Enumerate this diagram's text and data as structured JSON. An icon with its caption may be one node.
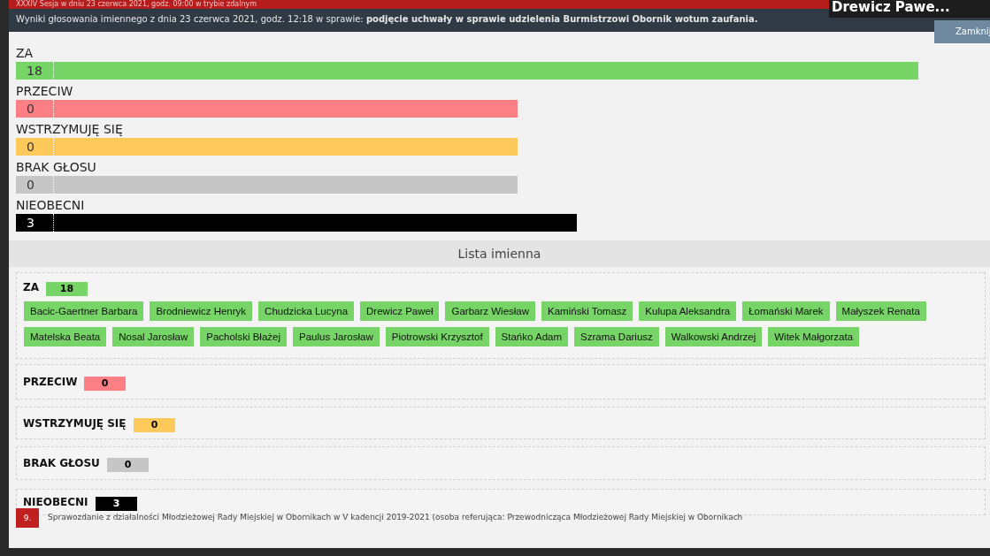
{
  "diagram": {
    "title": "Wyniki głosowania imiennego z dnia 23 czerwca 2021, godz. 12:18 w sprawie: **podjęcie uchwały w sprawie udzielenia Burmistrzowi Obornik wotum zaufania.**",
    "nodes": [
      {
        "text": [
          "Drewicz Pawe..."
        ]
      },
      {
        "text": [
          "Zamknij"
        ]
      },
      {
        "text": [
          "18"
        ],
        "beside": [
          "ZA"
        ]
      },
      {
        "text": [
          "0"
        ],
        "beside": [
          "PRZECIW"
        ]
      },
      {
        "text": [
          "0"
        ],
        "beside": [
          "WSTRZYMUJĘ SIĘ"
        ]
      },
      {
        "text": [
          "0"
        ],
        "beside": [
          "BRAK GŁOSU"
        ]
      },
      {
        "text": [
          "3"
        ],
        "beside": [
          "NIEOBECNI"
        ]
      },
      {
        "text": [
          "Lista imienna"
        ]
      },
      {
        "text": [
          "ZA"
        ]
      },
      {
        "text": [
          "18"
        ],
        "in": 8
      },
      {
        "text": [
          "Bacic-Gaertner Barbara"
        ],
        "in": 8
      },
      {
        "text": [
          "Brodniewicz Henryk"
        ],
        "in": 8
      },
      {
        "text": [
          "Chudzicka Lucyna"
        ],
        "in": 8
      },
      {
        "text": [
          "Drewicz Paweł"
        ],
        "in": 8
      },
      {
        "text": [
          "Garbarz Wiesław"
        ],
        "in": 8
      },
      {
        "text": [
          "Kamiński Tomasz"
        ],
        "in": 8
      },
      {
        "text": [
          "Kulupa Aleksandra"
        ],
        "in": 8
      },
      {
        "text": [
          "Łomański Marek"
        ],
        "in": 8
      },
      {
        "text": [
          "Małyszek Renata"
        ],
        "in": 8
      },
      {
        "text": [
          "Matelska Beata"
        ],
        "in": 8
      },
      {
        "text": [
          "Nosal Jarosław"
        ],
        "in": 8
      },
      {
        "text": [
          "Pacholski Błażej"
        ],
        "in": 8
      },
      {
        "text": [
          "Paulus Jarosław"
        ],
        "in": 8
      },
      {
        "text": [
          "Piotrowski Krzysztof"
        ],
        "in": 8
      },
      {
        "text": [
          "Stańko Adam"
        ],
        "in": 8
      },
      {
        "text": [
          "Szrama Dariusz"
        ],
        "in": 8
      },
      {
        "text": [
          "Walkowski Andrzej"
        ],
        "in": 8
      },
      {
        "text": [
          "Witek Małgorzata"
        ],
        "in": 8
      },
      {
        "text": [
          "PRZECIW"
        ]
      },
      {
        "text": [
          "0"
        ],
        "in": 28
      },
      {
        "text": [
          "WSTRZYMUJĘ SIĘ"
        ]
      },
      {
        "text": [
          "0"
        ],
        "in": 30
      },
      {
        "text": [
          "BRAK GŁOSU"
        ]
      },
      {
        "text": [
          "0"
        ],
        "in": 32
      },
      {
        "text": [
          "NIEOBECNI"
        ]
      },
      {
        "text": [
          "3"
        ],
        "in": 34
      },
      {
        "text": [
          "9."
        ]
      }
    ],
    "labels": [
      "XXXIV Sesja w dniu 23 czerwca 2021, godz. 09:00 w trybie zdalnym",
      "Sprawozdanie z działalności Młodzieżowej Rady Miejskiej w Obornikach w V kadencji 2019-2021 (osoba referująca: Przewodnicząca Młodzieżowej Rady Miejskiej w Obornikach"
    ]
  }
}
